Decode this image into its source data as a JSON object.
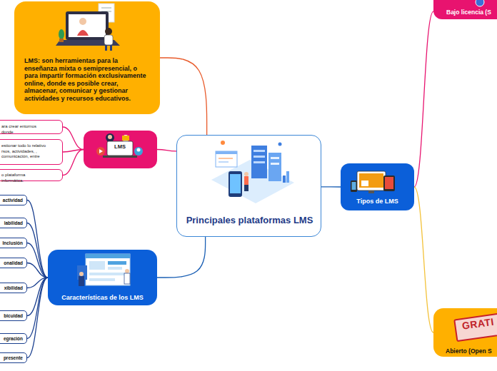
{
  "diagram": {
    "nodes": [
      {
        "text": [
          "Principales plataformas LMS"
        ]
      },
      {
        "text": [
          "LMS: son herramientas para la enseñanza mixta o semipresencial, o para impartir formación exclusivamente online, donde es posible crear, almacenar, comunicar y gestionar actividades y recursos educativos."
        ]
      },
      {
        "text": [
          "LMS"
        ]
      },
      {
        "text": [
          "ara crear entornos donde"
        ]
      },
      {
        "text": [
          "estionar todo lo relativo rsos, actividades, , comunicación, entre"
        ]
      },
      {
        "text": [
          "o plataforma informática."
        ]
      },
      {
        "text": [
          "Tipos de LMS"
        ]
      },
      {
        "text": [
          "Bajo licencia (S"
        ]
      },
      {
        "text": [
          "Abierto (Open S"
        ]
      },
      {
        "text": [
          "Características de los LMS"
        ]
      },
      {
        "text": [
          "actividad"
        ]
      },
      {
        "text": [
          "labilidad"
        ]
      },
      {
        "text": [
          "Inclusión"
        ]
      },
      {
        "text": [
          "onalidad"
        ]
      },
      {
        "text": [
          "xibilidad"
        ]
      },
      {
        "text": [
          "bicuidad"
        ]
      },
      {
        "text": [
          "egración"
        ]
      },
      {
        "text": [
          "presente"
        ]
      }
    ],
    "edges": [
      {
        "from": 0,
        "to": 1,
        "arrow": "none"
      },
      {
        "from": 0,
        "to": 2,
        "arrow": "none"
      },
      {
        "from": 2,
        "to": 3,
        "arrow": "none"
      },
      {
        "from": 2,
        "to": 4,
        "arrow": "none"
      },
      {
        "from": 2,
        "to": 5,
        "arrow": "none"
      },
      {
        "from": 0,
        "to": 6,
        "arrow": "none"
      },
      {
        "from": 6,
        "to": 7,
        "arrow": "none"
      },
      {
        "from": 6,
        "to": 8,
        "arrow": "none"
      },
      {
        "from": 0,
        "to": 9,
        "arrow": "none"
      },
      {
        "from": 9,
        "to": 10,
        "arrow": "none"
      },
      {
        "from": 9,
        "to": 11,
        "arrow": "none"
      },
      {
        "from": 9,
        "to": 12,
        "arrow": "none"
      },
      {
        "from": 9,
        "to": 13,
        "arrow": "none"
      },
      {
        "from": 9,
        "to": 14,
        "arrow": "none"
      },
      {
        "from": 9,
        "to": 15,
        "arrow": "none"
      },
      {
        "from": 9,
        "to": 16,
        "arrow": "none"
      },
      {
        "from": 9,
        "to": 17,
        "arrow": "none"
      }
    ],
    "labels": [
      "GRATI"
    ]
  }
}
